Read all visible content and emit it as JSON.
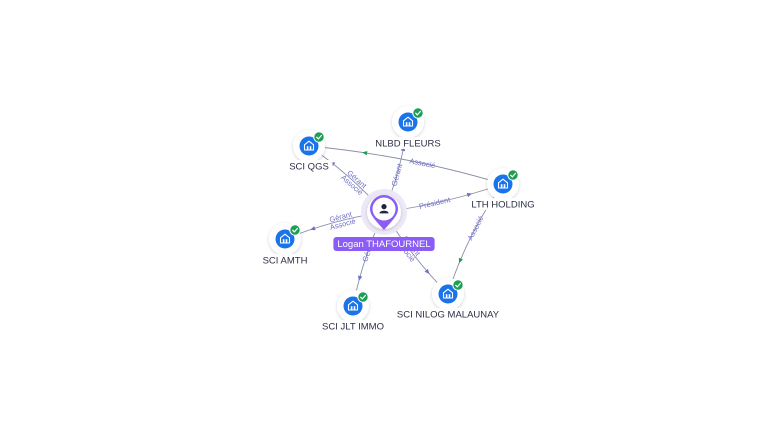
{
  "graph": {
    "center": {
      "label": "Logan THAFOURNEL",
      "icon": "person-icon",
      "color": "#8b5cf6"
    },
    "companies": [
      {
        "id": "sci-qgs",
        "label": "SCI QGS",
        "icon": "building-icon",
        "verified": true
      },
      {
        "id": "nlbd-fleurs",
        "label": "NLBD FLEURS",
        "icon": "building-icon",
        "verified": true
      },
      {
        "id": "lth-holding",
        "label": "LTH HOLDING",
        "icon": "building-icon",
        "verified": true
      },
      {
        "id": "sci-amth",
        "label": "SCI AMTH",
        "icon": "building-icon",
        "verified": true
      },
      {
        "id": "sci-jlt-immo",
        "label": "SCI JLT IMMO",
        "icon": "building-icon",
        "verified": true
      },
      {
        "id": "sci-nilog-malaunay",
        "label": "SCI NILOG MALAUNAY",
        "icon": "building-icon",
        "verified": true
      }
    ],
    "edges": [
      {
        "from": "center",
        "to": "sci-qgs",
        "roles": [
          "Gérant",
          "Associé"
        ]
      },
      {
        "from": "center",
        "to": "nlbd-fleurs",
        "roles": [
          "Gérant"
        ]
      },
      {
        "from": "center",
        "to": "lth-holding",
        "roles": [
          "Président"
        ]
      },
      {
        "from": "center",
        "to": "sci-amth",
        "roles": [
          "Gérant",
          "Associé"
        ]
      },
      {
        "from": "center",
        "to": "sci-jlt-immo",
        "roles": [
          "Gérant"
        ]
      },
      {
        "from": "center",
        "to": "sci-nilog-malaunay",
        "roles": [
          "Gérant",
          "Associé"
        ]
      },
      {
        "from": "lth-holding",
        "to": "sci-qgs",
        "roles": [
          "Associé"
        ]
      },
      {
        "from": "lth-holding",
        "to": "sci-nilog-malaunay",
        "roles": [
          "Associé"
        ]
      }
    ],
    "colors": {
      "company": "#1a73e8",
      "verified": "#1e9e55",
      "edge": "#8a8fa8",
      "edge_label": "#6f6fc8",
      "center": "#8b5cf6"
    }
  }
}
